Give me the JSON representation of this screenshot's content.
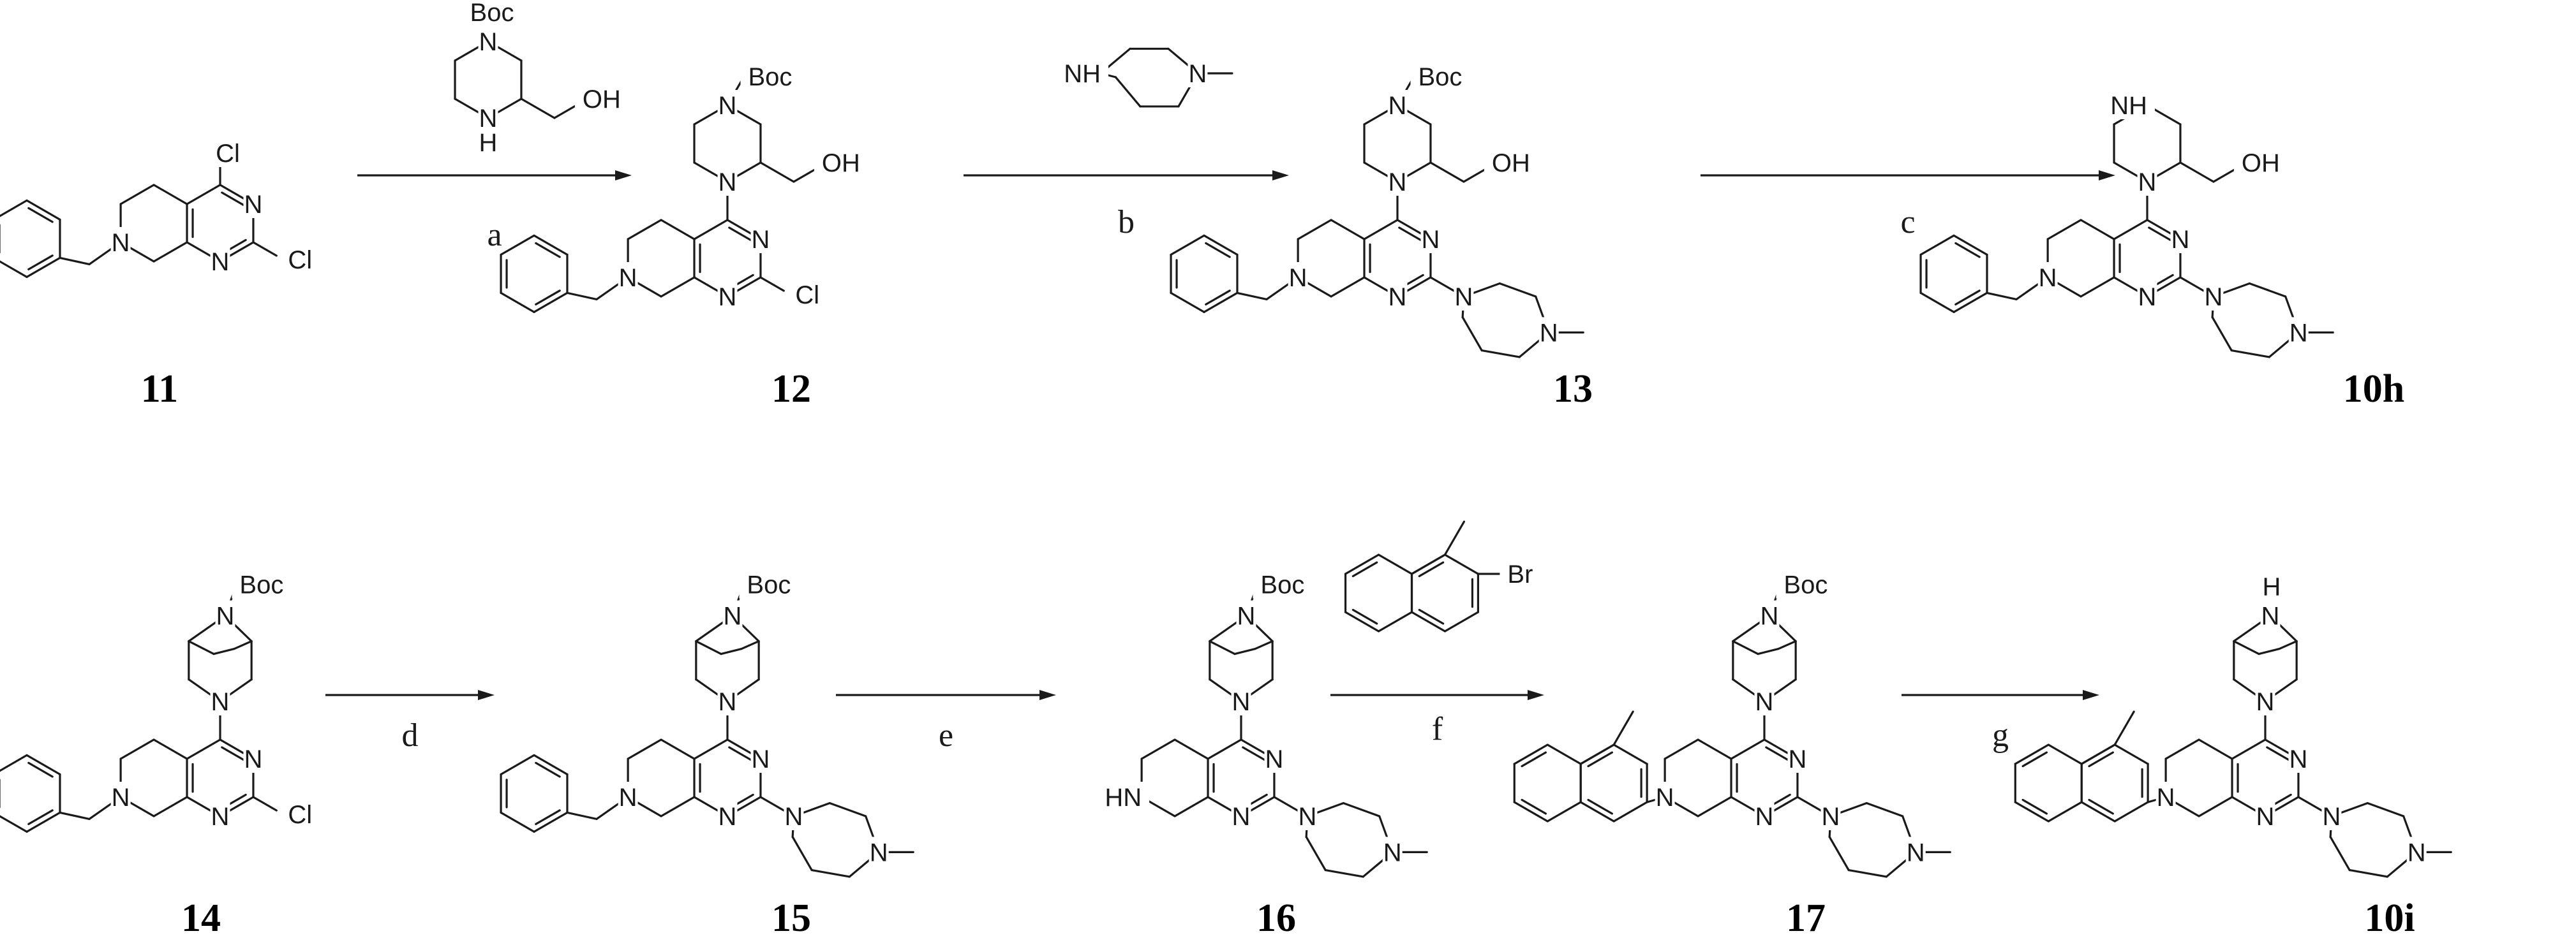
{
  "rows": [
    {
      "compounds": [
        {
          "label": "11",
          "core": "A",
          "c4": "Cl",
          "c2": "Cl"
        },
        {
          "label": "12",
          "core": "A",
          "c4": "pipBocOH",
          "c2": "Cl"
        },
        {
          "label": "13",
          "core": "A",
          "c4": "pipBocOH",
          "c2": "homopip"
        },
        {
          "label": "10h",
          "core": "A",
          "c4": "pipNHOH",
          "c2": "homopip"
        }
      ],
      "steps": [
        {
          "label": "a",
          "reagent": "boc_piperazine_methanol"
        },
        {
          "label": "b",
          "reagent": "methyl_homopiperazine"
        },
        {
          "label": "c"
        }
      ]
    },
    {
      "compounds": [
        {
          "label": "14",
          "core": "A",
          "c4": "bicycloBoc",
          "c2": "Cl"
        },
        {
          "label": "15",
          "core": "A",
          "c4": "bicycloBoc",
          "c2": "homopip"
        },
        {
          "label": "16",
          "core": "B",
          "c4": "bicycloBoc",
          "c2": "homopip"
        },
        {
          "label": "17",
          "core": "C",
          "c4": "bicycloBoc",
          "c2": "homopip"
        },
        {
          "label": "10i",
          "core": "C",
          "c4": "bicycloNH",
          "c2": "homopip"
        }
      ],
      "steps": [
        {
          "label": "d"
        },
        {
          "label": "e"
        },
        {
          "label": "f",
          "reagent": "bromo_methyl_naphthalene"
        },
        {
          "label": "g"
        }
      ]
    }
  ],
  "atoms": {
    "chlorine": "Cl",
    "nitrogen": "N",
    "nh": "NH",
    "hn": "HN",
    "h": "H",
    "boc": "Boc",
    "hydroxyl": "OH",
    "bromine": "Br"
  }
}
